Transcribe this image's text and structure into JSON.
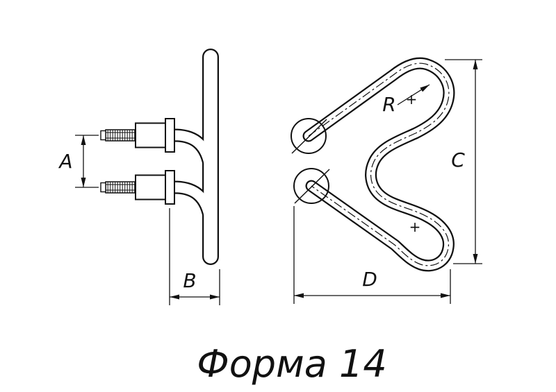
{
  "figure": {
    "title": "Форма 14",
    "labels": {
      "A": "A",
      "B": "B",
      "C": "C",
      "D": "D",
      "R": "R"
    },
    "center_mark": "+",
    "colors": {
      "line": "#111111",
      "background": "#ffffff"
    }
  }
}
